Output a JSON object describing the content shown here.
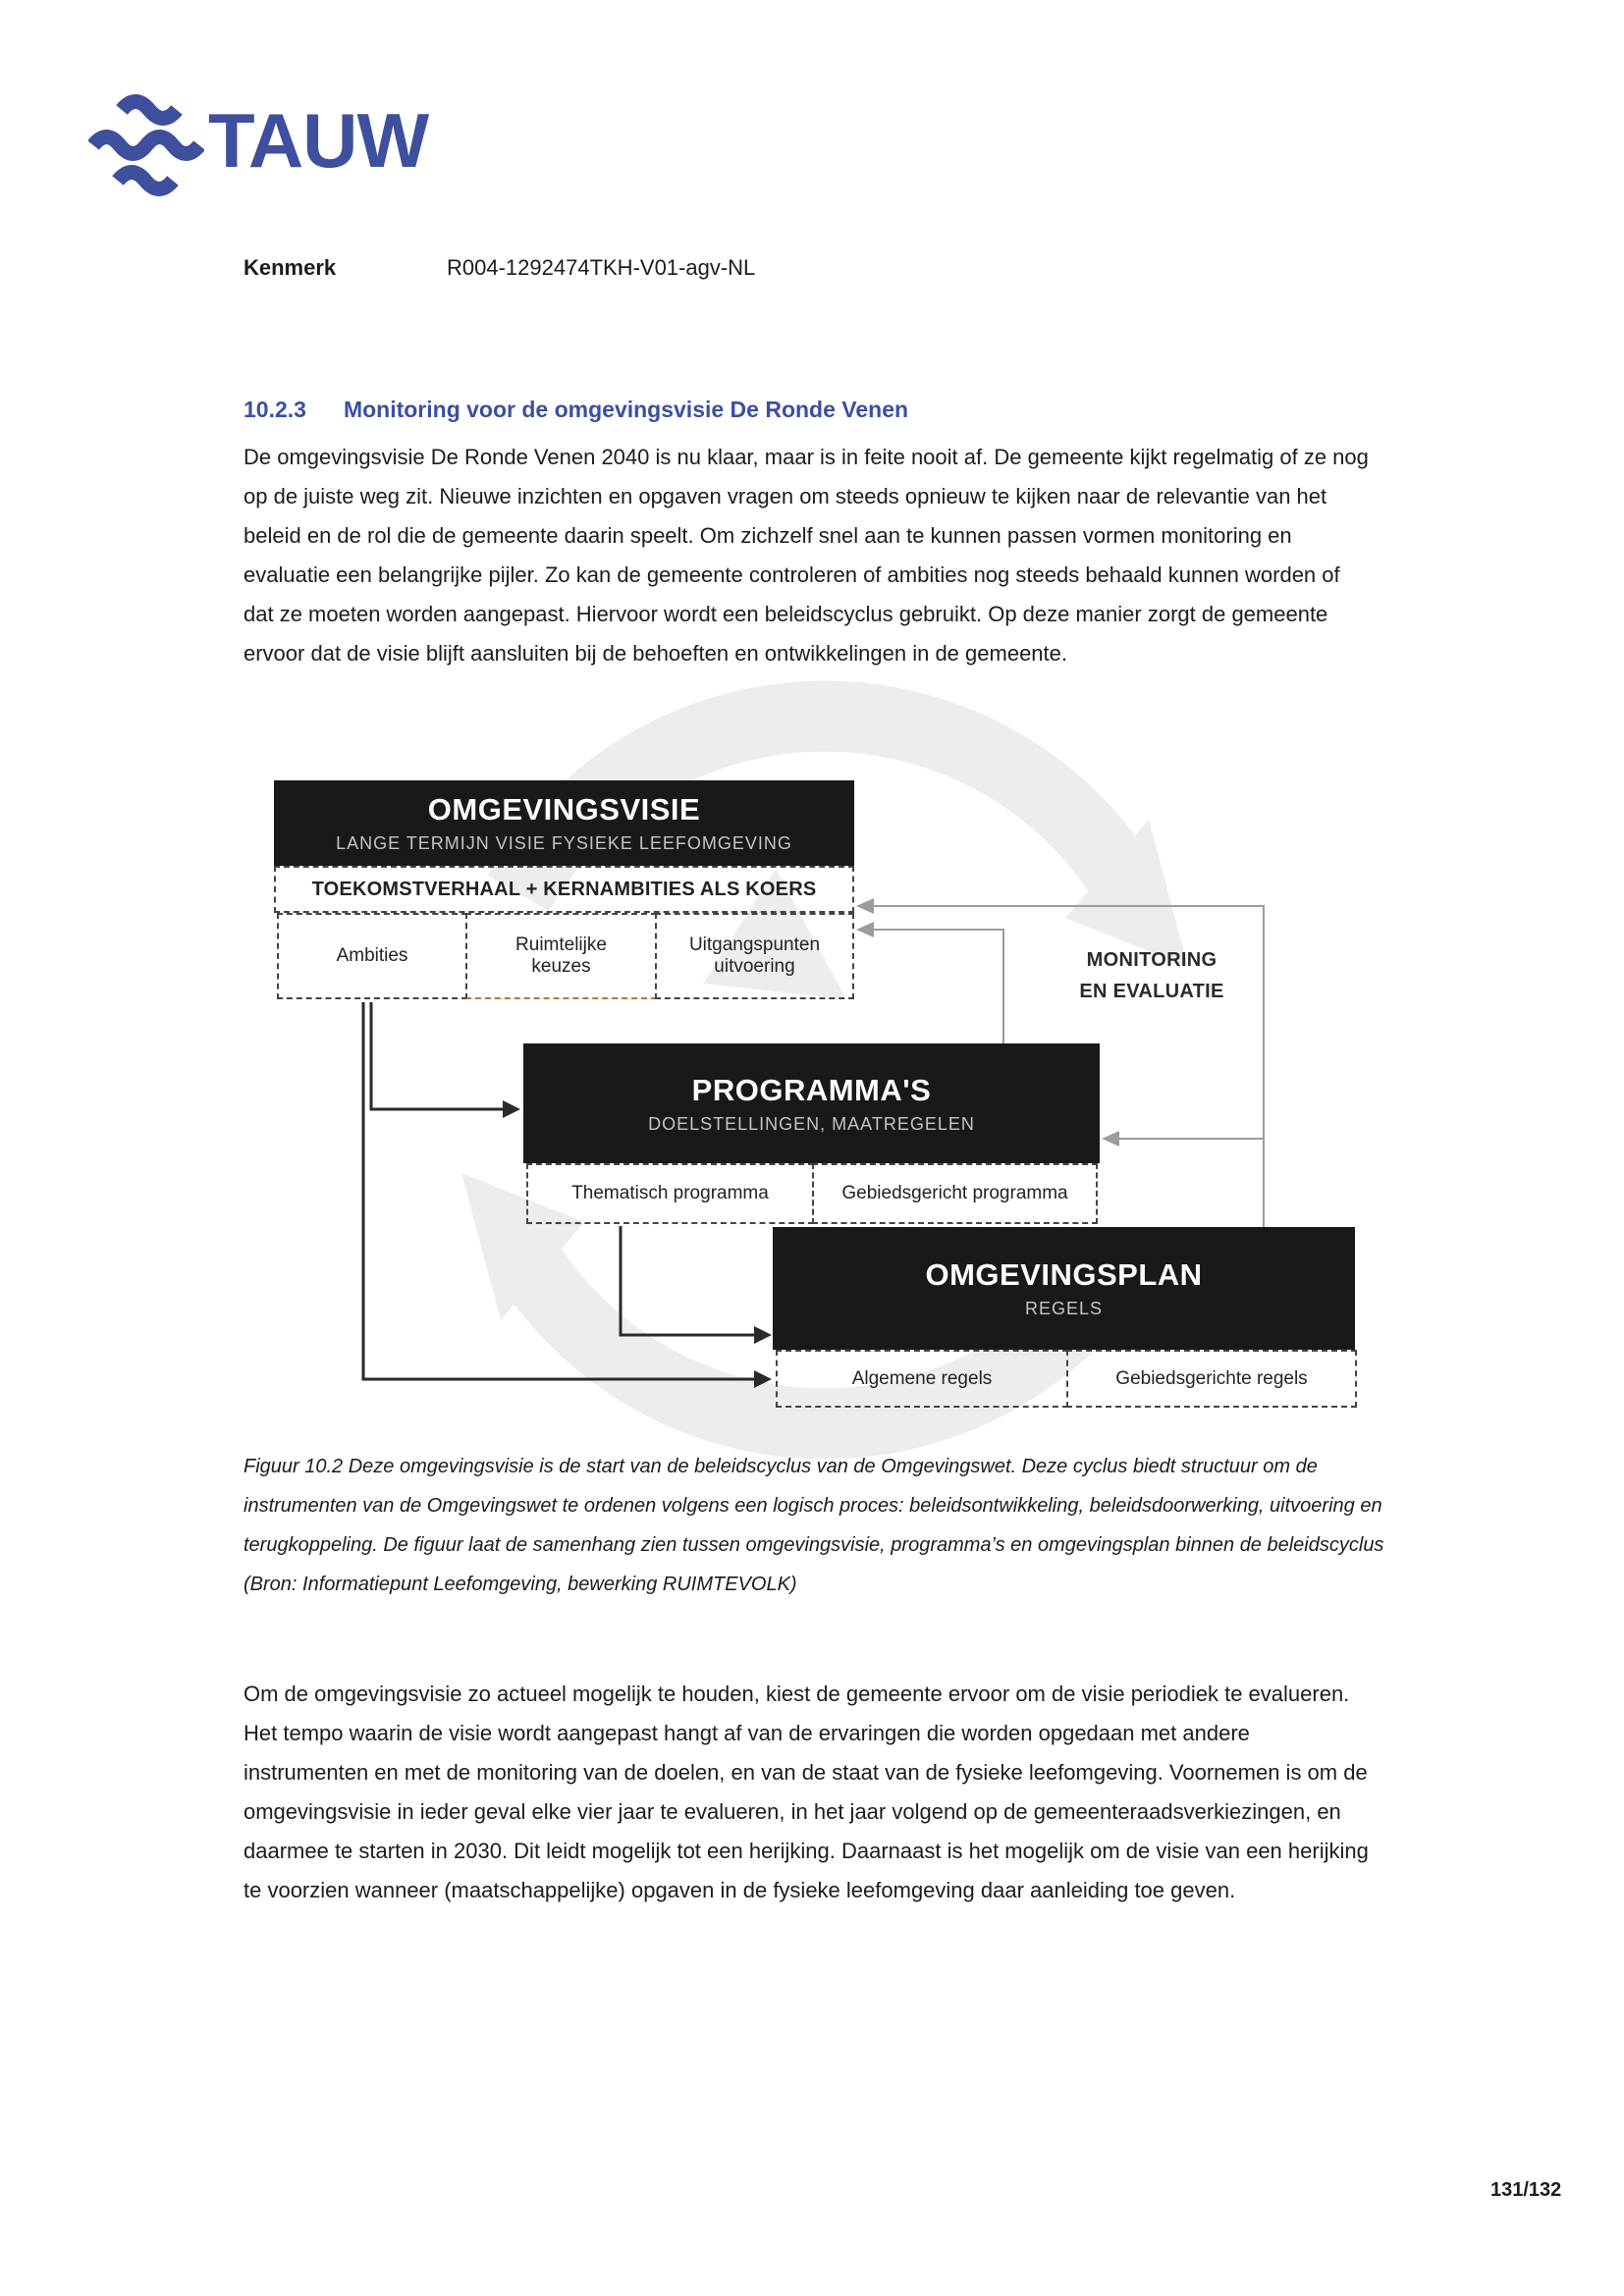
{
  "colors": {
    "brand_blue": "#3e4f9e",
    "heading_blue": "#3b4fa2",
    "text": "#1c1c1c",
    "box_black": "#191919",
    "box_subtitle_gray": "#c4c4c4",
    "dashed_border": "#444444",
    "orange_dash": "#c4713b",
    "gray_arrow": "#9c9c9c",
    "black_arrow": "#2a2a2a",
    "watermark_gray": "#ededed"
  },
  "header": {
    "logo_text": "TAUW",
    "logo_icon": "tauw-waves-icon",
    "kenmerk_label": "Kenmerk",
    "kenmerk_value": "R004-1292474TKH-V01-agv-NL"
  },
  "section": {
    "number": "10.2.3",
    "title": "Monitoring voor de omgevingsvisie De Ronde Venen"
  },
  "paragraph1": "De omgevingsvisie De Ronde Venen 2040 is nu klaar, maar is in feite nooit af. De gemeente kijkt regelmatig of ze nog op de juiste weg zit. Nieuwe inzichten en opgaven vragen om steeds opnieuw te kijken naar de relevantie van het beleid en de rol die de gemeente daarin speelt. Om zichzelf snel aan te kunnen passen vormen monitoring en evaluatie een belangrijke pijler. Zo kan de gemeente controleren of ambities nog steeds behaald kunnen worden of dat ze moeten worden aangepast. Hiervoor wordt een beleidscyclus gebruikt. Op deze manier zorgt de gemeente ervoor dat de visie blijft aansluiten bij de behoeften en ontwikkelingen in de gemeente.",
  "diagram": {
    "omgevingsvisie": {
      "title": "OMGEVINGSVISIE",
      "subtitle": "LANGE TERMIJN VISIE FYSIEKE LEEFOMGEVING",
      "koers": "TOEKOMSTVERHAAL + KERNAMBITIES ALS KOERS",
      "items": [
        "Ambities",
        "Ruimtelijke keuzes",
        "Uitgangspunten uitvoering"
      ]
    },
    "programmas": {
      "title": "PROGRAMMA'S",
      "subtitle": "DOELSTELLINGEN, MAATREGELEN",
      "items": [
        "Thematisch programma",
        "Gebiedsgericht programma"
      ]
    },
    "omgevingsplan": {
      "title": "OMGEVINGSPLAN",
      "subtitle": "REGELS",
      "items": [
        "Algemene regels",
        "Gebiedsgerichte regels"
      ]
    },
    "monitoring": {
      "line1": "MONITORING",
      "line2": "EN EVALUATIE"
    }
  },
  "caption": "Figuur 10.2 Deze omgevingsvisie is de start van de beleidscyclus van de Omgevingswet. Deze cyclus biedt structuur om de instrumenten van de Omgevingswet te ordenen volgens een logisch proces: beleidsontwikkeling, beleidsdoorwerking, uitvoering en terugkoppeling. De figuur laat de samenhang zien tussen omgevingsvisie, programma’s en omgevingsplan binnen de beleidscyclus (Bron: Informatiepunt Leefomgeving, bewerking RUIMTEVOLK)",
  "paragraph2": "Om de omgevingsvisie zo actueel mogelijk te houden, kiest de gemeente ervoor om de visie periodiek te evalueren. Het tempo waarin de visie wordt aangepast hangt af van de ervaringen die worden opgedaan met andere instrumenten en met de monitoring van de doelen, en van de staat van de fysieke leefomgeving. Voornemen is om de omgevingsvisie in ieder geval elke vier jaar te evalueren, in het jaar volgend op de gemeenteraadsverkiezingen, en daarmee te starten in 2030. Dit leidt mogelijk tot een herijking. Daarnaast is het mogelijk om de visie van een herijking te voorzien wanneer (maatschappelijke) opgaven in de fysieke leefomgeving daar aanleiding toe geven.",
  "footer": {
    "page_number": "131/132"
  }
}
